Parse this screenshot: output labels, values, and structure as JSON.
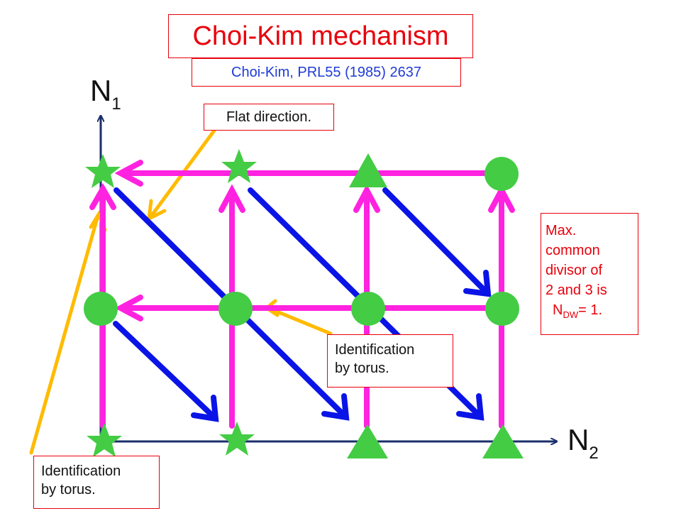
{
  "title": "Choi-Kim mechanism",
  "reference": "Choi-Kim, PRL55 (1985) 2637",
  "axes": {
    "n1": {
      "base": "N",
      "sub": "1"
    },
    "n2": {
      "base": "N",
      "sub": "2"
    }
  },
  "annotations": {
    "flat_direction": "Flat direction.",
    "identification_mid": [
      "Identification",
      "by torus."
    ],
    "identification_bottom": [
      "Identification",
      "by torus."
    ],
    "gcd": {
      "lines": [
        "Max.",
        "common",
        "divisor of",
        "2 and 3 is"
      ],
      "ndw_base": "N",
      "ndw_sub": "DW",
      "ndw_value": "= 1."
    }
  },
  "colors": {
    "title": "#e8000b",
    "reference": "#1f3bd6",
    "magenta_lines": "#ff22e0",
    "blue_arrows": "#0a14e6",
    "markers": "#44cc44",
    "pointer_lines": "#ffbb00",
    "axes": "#1a2f6b"
  },
  "markers": {
    "top_row": [
      "star",
      "star",
      "triangle",
      "circle"
    ],
    "middle_row": [
      "circle",
      "circle",
      "circle",
      "circle"
    ],
    "bottom_row": [
      "star",
      "star",
      "triangle",
      "triangle"
    ]
  }
}
